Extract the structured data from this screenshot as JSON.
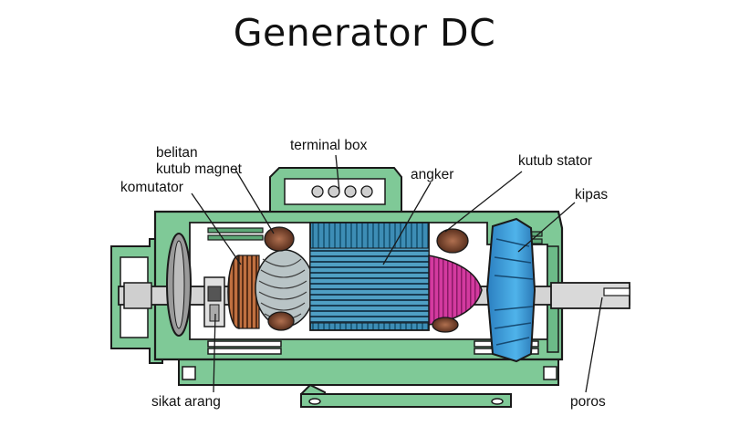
{
  "title": "Generator DC",
  "labels": {
    "belitan_line1": "belitan",
    "belitan_line2": "kutub magnet",
    "terminal_box": "terminal box",
    "komutator": "komutator",
    "angker": "angker",
    "kutub_stator": "kutub stator",
    "kipas": "kipas",
    "sikat_arang": "sikat arang",
    "poros": "poros"
  },
  "colors": {
    "housing": "#7fc997",
    "housing_dark": "#5da877",
    "outline": "#1a1a1a",
    "armature": "#2f7fa8",
    "fan": "#3b9ad8",
    "winding_pink": "#d0309a",
    "commutator": "#b5653a",
    "pole": "#8a5238",
    "shaft": "#c9c9c9"
  }
}
